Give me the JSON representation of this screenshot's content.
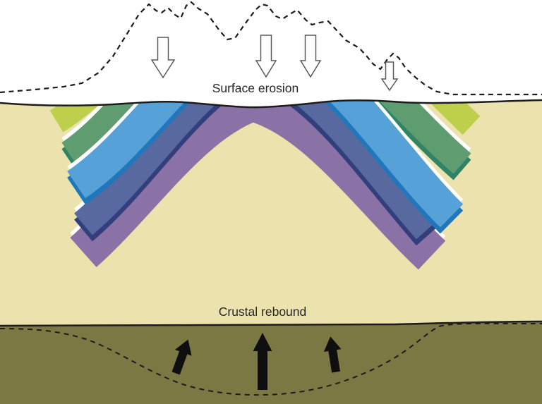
{
  "labels": {
    "surface_erosion": "Surface erosion",
    "crustal_rebound": "Crustal rebound"
  },
  "colors": {
    "sky": "#ffffff",
    "crust": "#ece2ae",
    "mantle": "#7c7843",
    "outline": "#1c1c1c",
    "highlight": "#ffffff",
    "arrow_black": "#0f0f0f",
    "arrow_outline": "#5a5a5a"
  },
  "strata": [
    {
      "name": "yellow-green-layer",
      "color": "#bdcf4b"
    },
    {
      "name": "green-layer",
      "color": "#5f9c6f",
      "edge_color": "#2e8465"
    },
    {
      "name": "purple-core-layer",
      "color": "#8b72a6"
    },
    {
      "name": "slate-blue-layer",
      "color": "#58699f",
      "edge_color": "#333e7c"
    },
    {
      "name": "light-blue-layer",
      "color": "#57a1d9",
      "edge_color": "#2177bb"
    }
  ],
  "icons": {
    "erosion_arrows": {
      "name": "down-block-arrow-icon",
      "count": 4
    },
    "rebound_arrows": {
      "name": "up-solid-arrow-icon",
      "count": 3
    }
  }
}
